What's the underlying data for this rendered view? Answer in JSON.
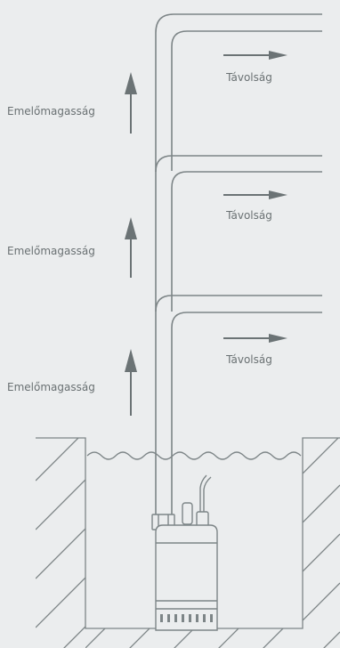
{
  "diagram": {
    "labels": {
      "head_1": "Emelőmagasság",
      "head_2": "Emelőmagasság",
      "head_3": "Emelőmagasság",
      "distance_1": "Távolság",
      "distance_2": "Távolság",
      "distance_3": "Távolság"
    },
    "colors": {
      "background": "#ebedee",
      "line": "#7d8587",
      "arrow": "#6b7375",
      "text": "#6a7173"
    },
    "icons": [
      "up-arrow-icon",
      "right-arrow-icon",
      "submersible-pump-icon",
      "water-wave-icon",
      "ground-hatch-icon"
    ]
  }
}
